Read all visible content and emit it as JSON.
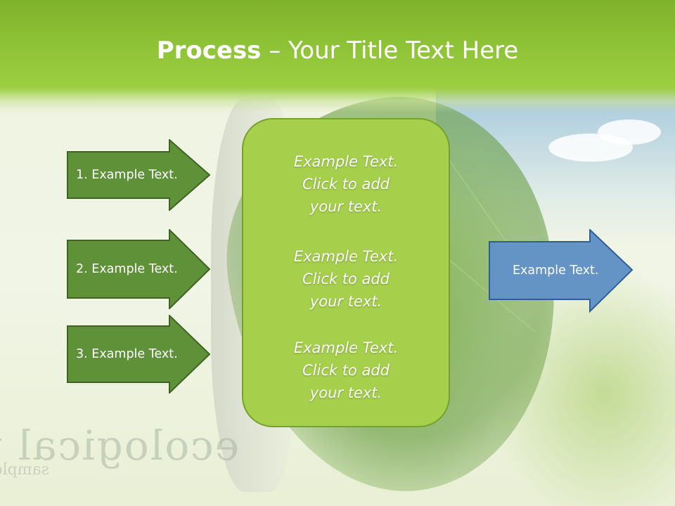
{
  "title": {
    "bold": "Process",
    "rest": " – Your Title Text Here"
  },
  "left_arrows": [
    {
      "label": "1. Example Text."
    },
    {
      "label": "2. Example Text."
    },
    {
      "label": "3. Example Text."
    }
  ],
  "center_box": {
    "blocks": [
      {
        "lines": [
          "Example Text.",
          "Click  to add",
          "your text."
        ]
      },
      {
        "lines": [
          "Example Text.",
          "Click  to add",
          "your text."
        ]
      },
      {
        "lines": [
          "Example Text.",
          "Click  to add",
          "your text."
        ]
      }
    ]
  },
  "right_arrow": {
    "label": "Example Text."
  },
  "watermark": {
    "main": "ecological wow",
    "sub": "sample"
  },
  "colors": {
    "title_bar": "#94c83a",
    "left_arrow_fill": "#5f9138",
    "left_arrow_border": "#3f6322",
    "center_fill": "#a6d04c",
    "right_arrow_fill": "#6493c6",
    "right_arrow_border": "#2f5f95"
  }
}
